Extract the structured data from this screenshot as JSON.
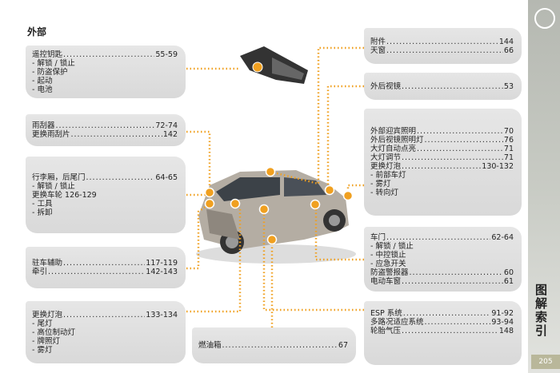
{
  "section_title": "外部",
  "sidebar": {
    "title": "图解索引",
    "page_number": "205"
  },
  "left_boxes": [
    {
      "rows": [
        {
          "label": "遥控钥匙",
          "page": "55-59"
        },
        {
          "label": "- 解锁 / 锁止",
          "page": ""
        },
        {
          "label": "- 防盗保护",
          "page": ""
        },
        {
          "label": "- 起动",
          "page": ""
        },
        {
          "label": "- 电池",
          "page": ""
        }
      ]
    },
    {
      "rows": [
        {
          "label": "雨刮器",
          "page": "72-74"
        },
        {
          "label": "更换雨刮片",
          "page": "142"
        }
      ]
    },
    {
      "rows": [
        {
          "label": "行李厢，后尾门",
          "page": "64-65"
        },
        {
          "label": "- 解锁 / 锁止",
          "page": ""
        },
        {
          "label": "更换车轮 126-129",
          "page": ""
        },
        {
          "label": "- 工具",
          "page": ""
        },
        {
          "label": "- 拆卸",
          "page": ""
        }
      ]
    },
    {
      "rows": [
        {
          "label": "驻车辅助",
          "page": "117-119"
        },
        {
          "label": "牵引",
          "page": "142-143"
        }
      ]
    },
    {
      "rows": [
        {
          "label": "更换灯泡",
          "page": "133-134"
        },
        {
          "label": "- 尾灯",
          "page": ""
        },
        {
          "label": "- 高位制动灯",
          "page": ""
        },
        {
          "label": "- 牌照灯",
          "page": ""
        },
        {
          "label": "- 雾灯",
          "page": ""
        }
      ]
    }
  ],
  "center_box": {
    "rows": [
      {
        "label": "燃油箱",
        "page": "67"
      }
    ]
  },
  "right_boxes": [
    {
      "rows": [
        {
          "label": "附件",
          "page": "144"
        },
        {
          "label": "天窗",
          "page": "66"
        }
      ]
    },
    {
      "rows": [
        {
          "label": "外后视镜",
          "page": "53"
        }
      ]
    },
    {
      "rows": [
        {
          "label": "外部迎宾照明",
          "page": "70"
        },
        {
          "label": "外后视镜照明灯",
          "page": "76"
        },
        {
          "label": "大灯自动点亮",
          "page": "71"
        },
        {
          "label": "大灯调节",
          "page": "71"
        },
        {
          "label": "更换灯泡",
          "page": "130-132"
        },
        {
          "label": "- 前部车灯",
          "page": ""
        },
        {
          "label": "- 雾灯",
          "page": ""
        },
        {
          "label": "- 转向灯",
          "page": ""
        }
      ]
    },
    {
      "rows": [
        {
          "label": "车门",
          "page": "62-64"
        },
        {
          "label": "- 解锁 / 锁止",
          "page": ""
        },
        {
          "label": "- 中控锁止",
          "page": ""
        },
        {
          "label": "- 应急开关",
          "page": ""
        },
        {
          "label": "防盗警报器",
          "page": "60"
        },
        {
          "label": "电动车窗",
          "page": "61"
        }
      ]
    },
    {
      "rows": [
        {
          "label": "ESP 系统",
          "page": "91-92"
        },
        {
          "label": "多路况适应系统",
          "page": "93-94"
        },
        {
          "label": "轮胎气压",
          "page": "148"
        }
      ]
    }
  ],
  "colors": {
    "accent": "#f0a020",
    "box": "#dedede"
  }
}
